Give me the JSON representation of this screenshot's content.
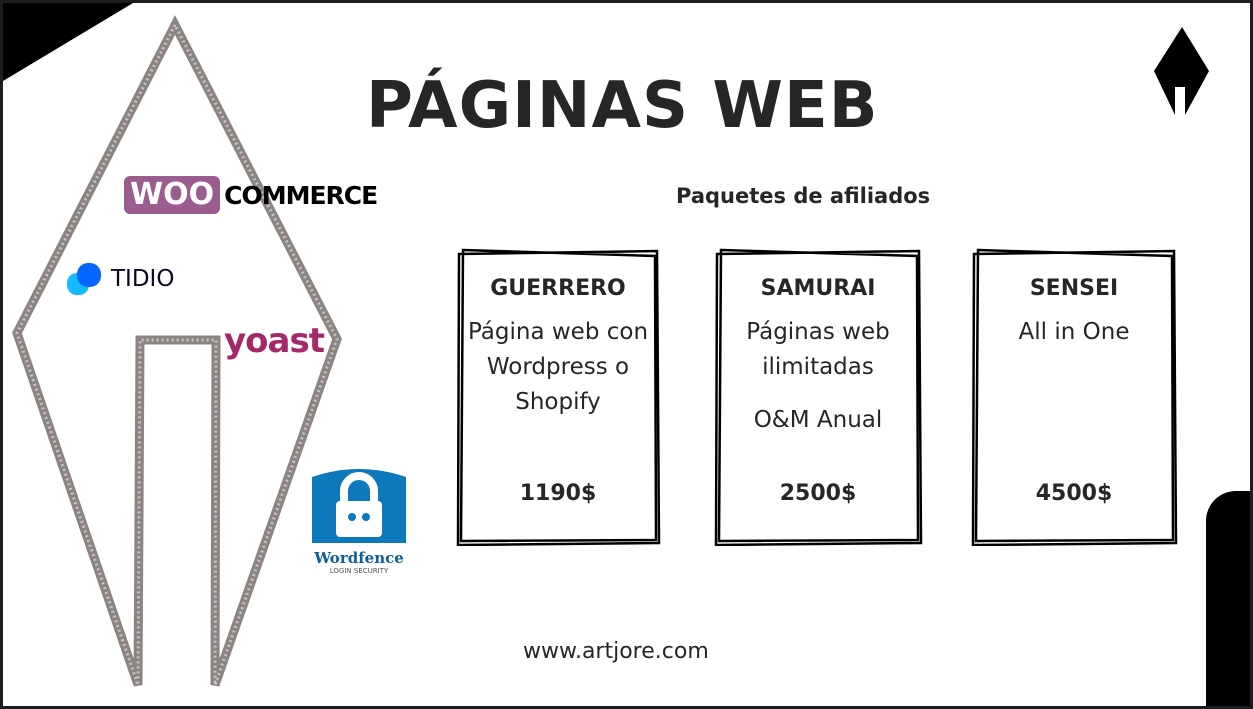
{
  "title": "PÁGINAS WEB",
  "subtitle": "Paquetes de afiliados",
  "logos": {
    "woocommerce": {
      "woo": "WOO",
      "commerce": "COMMERCE"
    },
    "tidio": "TIDIO",
    "yoast": "yoast",
    "wordfence": {
      "name": "Wordfence",
      "tag": "LOGIN SECURITY"
    }
  },
  "packages": [
    {
      "name": "GUERRERO",
      "desc": "Página web con Wordpress o Shopify",
      "extra": "",
      "price": "1190$"
    },
    {
      "name": "SAMURAI",
      "desc": "Páginas web ilimitadas",
      "extra": "O&M Anual",
      "price": "2500$"
    },
    {
      "name": "SENSEI",
      "desc": "All in One",
      "extra": "",
      "price": "4500$"
    }
  ],
  "url": "www.artjore.com",
  "colors": {
    "woo": "#9b5c8f",
    "tidio": "#0566ff",
    "yoast": "#a4286a",
    "wordfence": "#0b79bc"
  }
}
